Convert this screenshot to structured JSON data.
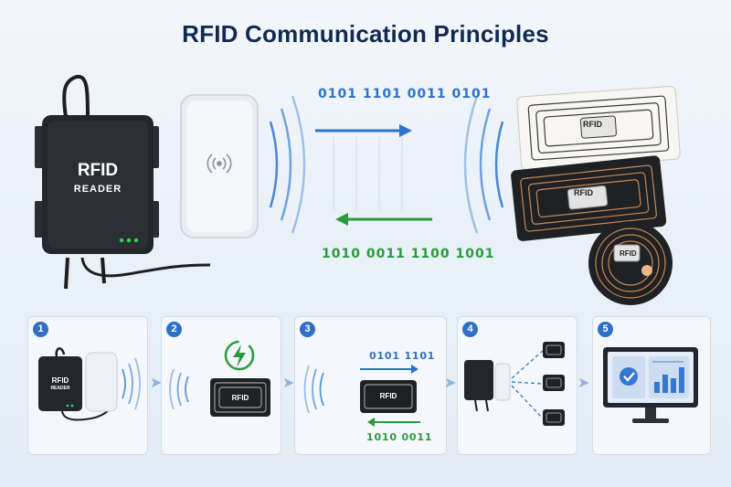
{
  "title": "RFID Communication Principles",
  "reader": {
    "line1": "RFID",
    "line2": "READER",
    "small_line1": "RFID",
    "small_line2": "READER"
  },
  "data_flow": {
    "reader_to_tag_bits": "0101 1101 0011 0101",
    "tag_to_reader_bits": "1010 0011 1100 1001"
  },
  "tags": {
    "label": "RFID"
  },
  "steps": [
    {
      "number": "1"
    },
    {
      "number": "2",
      "tag_label": "RFID"
    },
    {
      "number": "3",
      "tag_label": "RFID",
      "out_bits": "0101 1101",
      "in_bits": "1010 0011"
    },
    {
      "number": "4"
    },
    {
      "number": "5"
    }
  ],
  "colors": {
    "title": "#0f2a52",
    "blue_arrow": "#2f72c9",
    "green_arrow": "#2c9a3c",
    "badge": "#2f6fc4",
    "device": "#23262b"
  },
  "icons": [
    "antenna-icon",
    "nfc-wave-icon",
    "lightning-charge-icon",
    "check-icon",
    "bar-chart-icon"
  ]
}
